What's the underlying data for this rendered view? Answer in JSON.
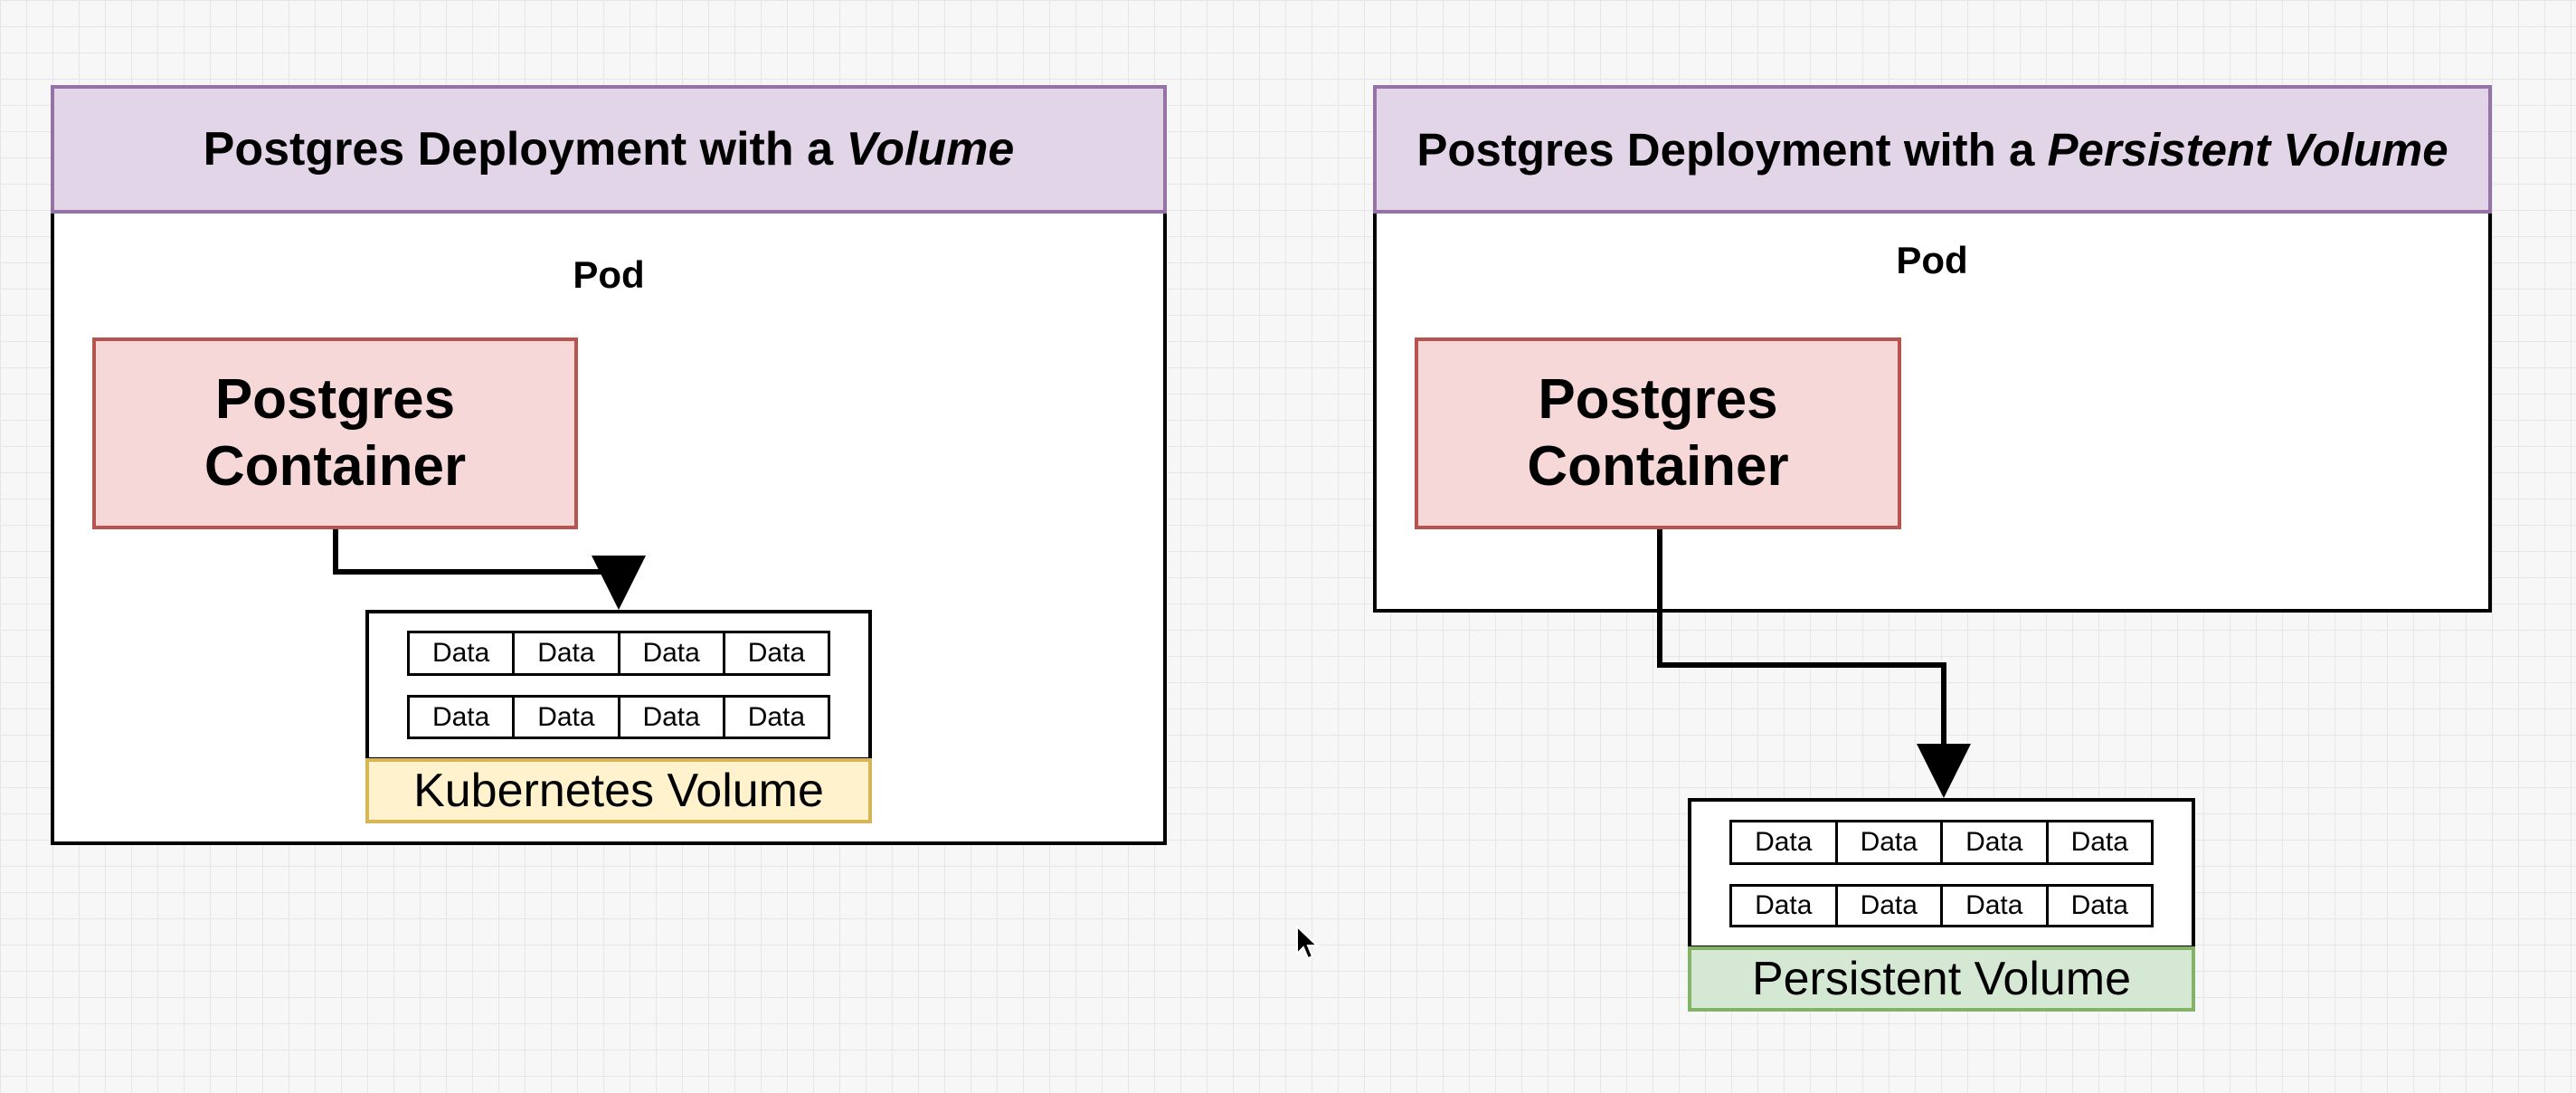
{
  "left": {
    "title_prefix": "Postgres Deployment with a ",
    "title_emphasis": "Volume",
    "pod_label": "Pod",
    "container_line1": "Postgres",
    "container_line2": "Container",
    "data_rows": [
      [
        "Data",
        "Data",
        "Data",
        "Data"
      ],
      [
        "Data",
        "Data",
        "Data",
        "Data"
      ]
    ],
    "volume_label": "Kubernetes Volume"
  },
  "right": {
    "title_prefix": "Postgres Deployment with a ",
    "title_emphasis": "Persistent Volume",
    "pod_label": "Pod",
    "container_line1": "Postgres",
    "container_line2": "Container",
    "data_rows": [
      [
        "Data",
        "Data",
        "Data",
        "Data"
      ],
      [
        "Data",
        "Data",
        "Data",
        "Data"
      ]
    ],
    "volume_label": "Persistent Volume"
  },
  "colors": {
    "header_fill": "#e1d5e7",
    "header_stroke": "#9673a6",
    "container_fill": "#f5d8d7",
    "container_stroke": "#b85450",
    "kube_volume_fill": "#fff2cc",
    "kube_volume_stroke": "#d6b656",
    "persistent_volume_fill": "#d5e8d4",
    "persistent_volume_stroke": "#82b366"
  },
  "icons": {
    "cursor": "mouse-pointer-icon"
  }
}
